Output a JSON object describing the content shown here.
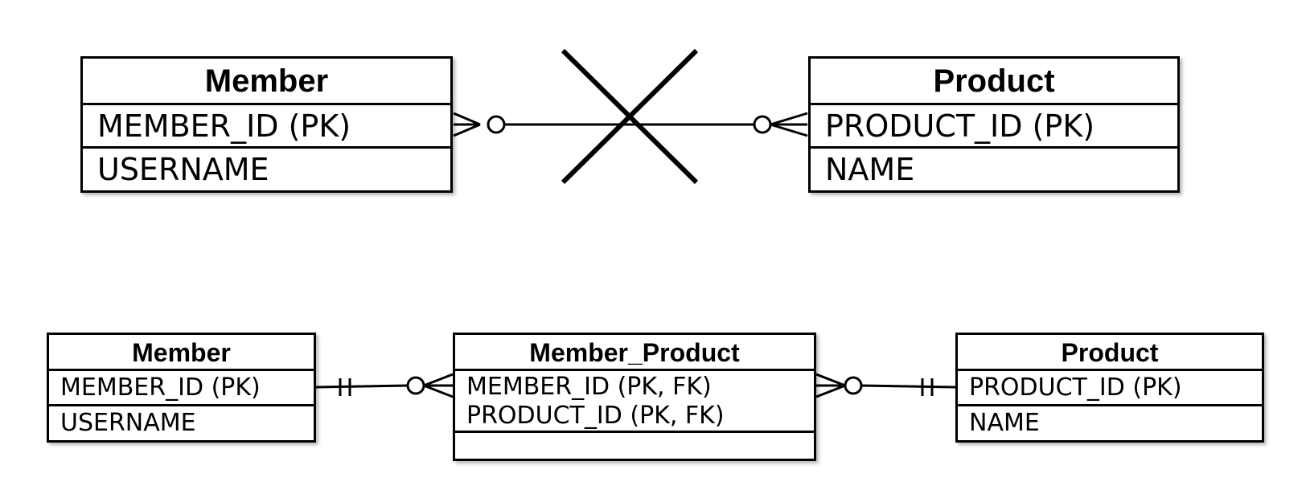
{
  "top": {
    "member": {
      "title": "Member",
      "attributes": [
        "MEMBER_ID (PK)",
        "USERNAME"
      ]
    },
    "product": {
      "title": "Product",
      "attributes": [
        "PRODUCT_ID (PK)",
        "NAME"
      ]
    },
    "relationship": {
      "left_end": "zero-or-many",
      "right_end": "zero-or-many",
      "crossed_out": true
    }
  },
  "bottom": {
    "member": {
      "title": "Member",
      "attributes": [
        "MEMBER_ID (PK)",
        "USERNAME"
      ]
    },
    "member_product": {
      "title": "Member_Product",
      "attributes": [
        "MEMBER_ID (PK, FK)",
        "PRODUCT_ID (PK, FK)"
      ]
    },
    "product": {
      "title": "Product",
      "attributes": [
        "PRODUCT_ID (PK)",
        "NAME"
      ]
    },
    "relationships": [
      {
        "from": "Member",
        "to": "Member_Product",
        "from_end": "exactly-one",
        "to_end": "zero-or-many"
      },
      {
        "from": "Member_Product",
        "to": "Product",
        "from_end": "zero-or-many",
        "to_end": "exactly-one"
      }
    ]
  }
}
